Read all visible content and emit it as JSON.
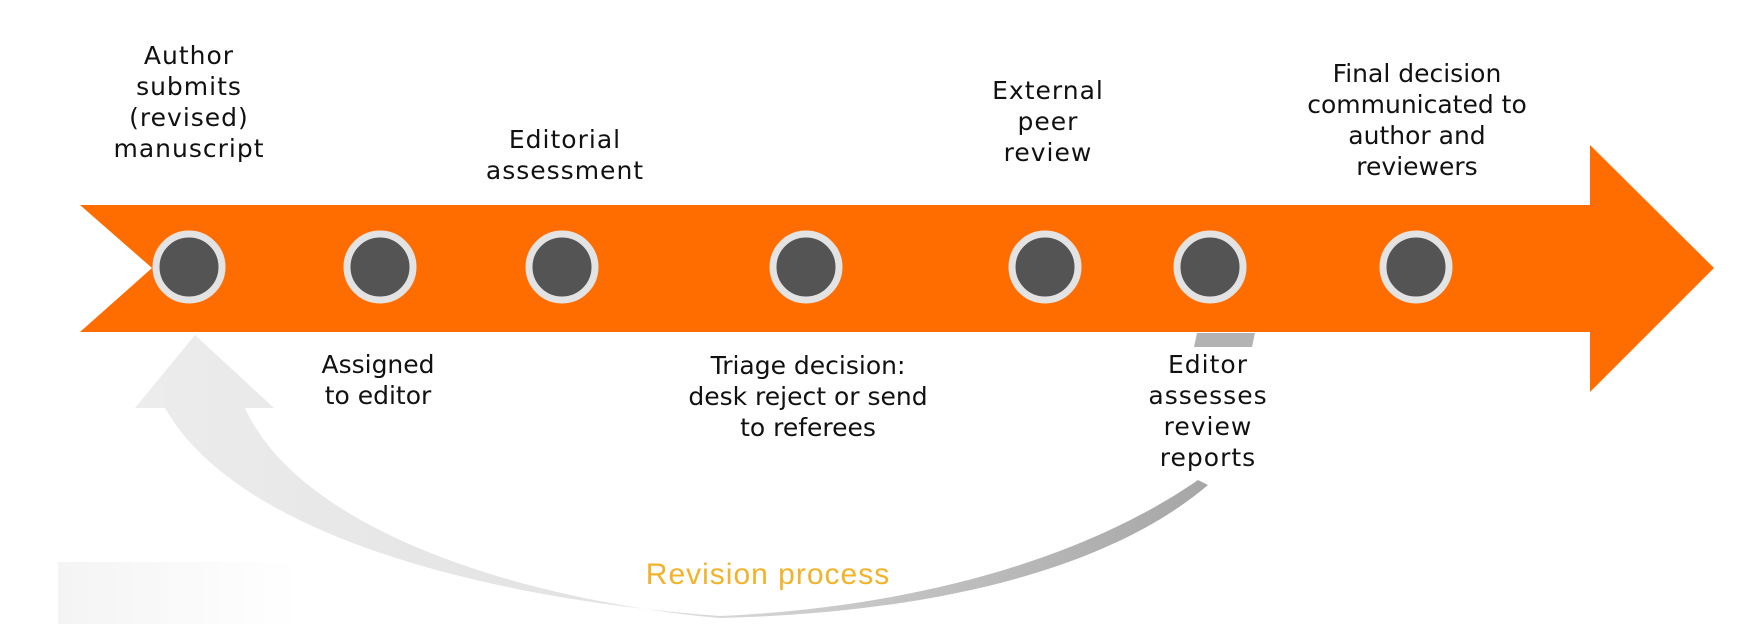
{
  "colors": {
    "arrow": "#ff6d00",
    "node_fill": "#545454",
    "node_ring": "#e3e3e3",
    "revision_arrow_light": "#e4e4e4",
    "revision_arrow_dark": "#a9a9a9",
    "revision_label": "#f2b32b"
  },
  "steps": [
    {
      "label": "Author\nsubmits\n(revised)\nmanuscript",
      "side": "above"
    },
    {
      "label": "Assigned\nto editor",
      "side": "below"
    },
    {
      "label": "Editorial\nassessment",
      "side": "above"
    },
    {
      "label": "Triage decision:\ndesk reject or send\nto referees",
      "side": "below"
    },
    {
      "label": "External\npeer\nreview",
      "side": "above"
    },
    {
      "label": "Editor\nassesses\nreview\nreports",
      "side": "below"
    },
    {
      "label": "Final decision\ncommunicated to\nauthor and\nreviewers",
      "side": "above"
    }
  ],
  "revision": {
    "label": "Revision process"
  }
}
